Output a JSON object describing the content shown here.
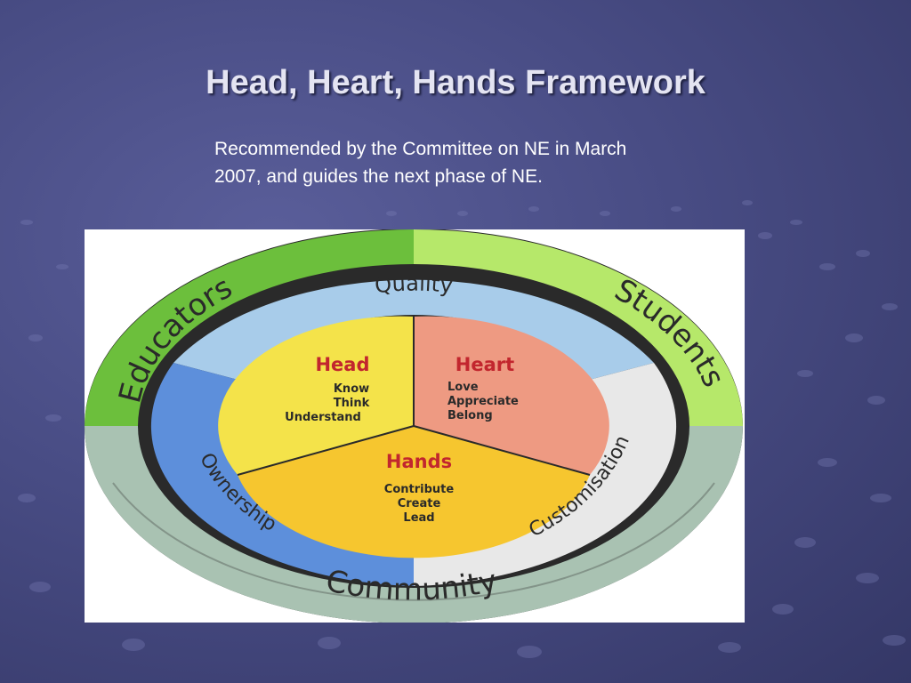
{
  "slide": {
    "title": "Head, Heart, Hands Framework",
    "subtitle": "Recommended by the Committee on NE in March 2007, and guides the next phase of NE."
  },
  "diagram": {
    "outer_ring": {
      "educators": "Educators",
      "students": "Students",
      "community": "Community"
    },
    "middle_ring": {
      "quality": "Quality",
      "ownership": "Ownership",
      "customisation": "Customisation"
    },
    "sections": {
      "head": {
        "title": "Head",
        "items": [
          "Know",
          "Think",
          "Understand"
        ]
      },
      "heart": {
        "title": "Heart",
        "items": [
          "Love",
          "Appreciate",
          "Belong"
        ]
      },
      "hands": {
        "title": "Hands",
        "items": [
          "Contribute",
          "Create",
          "Lead"
        ]
      }
    },
    "colors": {
      "green": "#6cbf3c",
      "light_green": "#b6e86a",
      "grey_green": "#a9c2b2",
      "blue": "#5d8fdb",
      "light_blue": "#a8ccea",
      "light_grey": "#e8e8e8",
      "yellow": "#f4e34a",
      "salmon": "#ee9a82",
      "orange_yellow": "#f6c62f"
    }
  }
}
